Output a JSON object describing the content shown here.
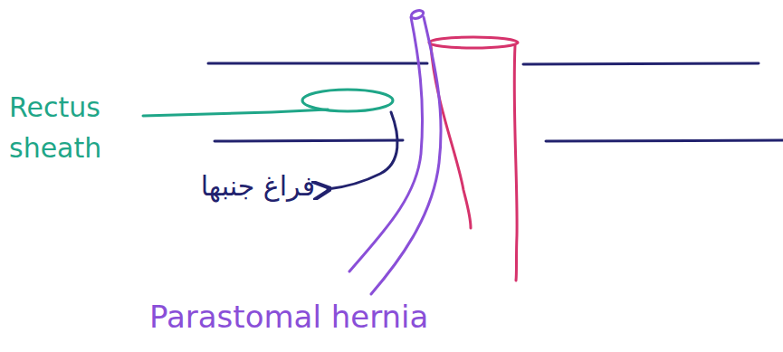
{
  "diagram": {
    "labels": [
      "Rectus sheath",
      "فراغ جنبها",
      "Parastomal hernia"
    ]
  }
}
